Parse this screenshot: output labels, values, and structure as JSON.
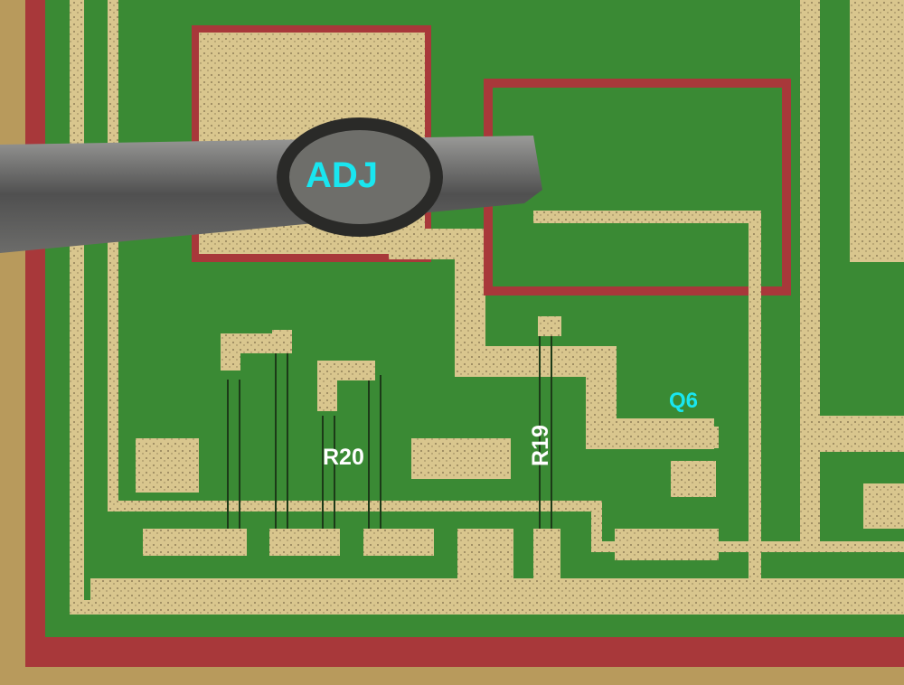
{
  "labels": {
    "pad": "ADJ",
    "resistor_a": "R20",
    "resistor_b": "R19",
    "transistor": "Q6"
  },
  "colors": {
    "substrate": "#b89a5c",
    "oxide_red": "#a8383a",
    "field_green": "#3f8f34",
    "metal": "#d9c68e",
    "label_cyan": "#19e6f0",
    "label_white": "#ffffff"
  }
}
